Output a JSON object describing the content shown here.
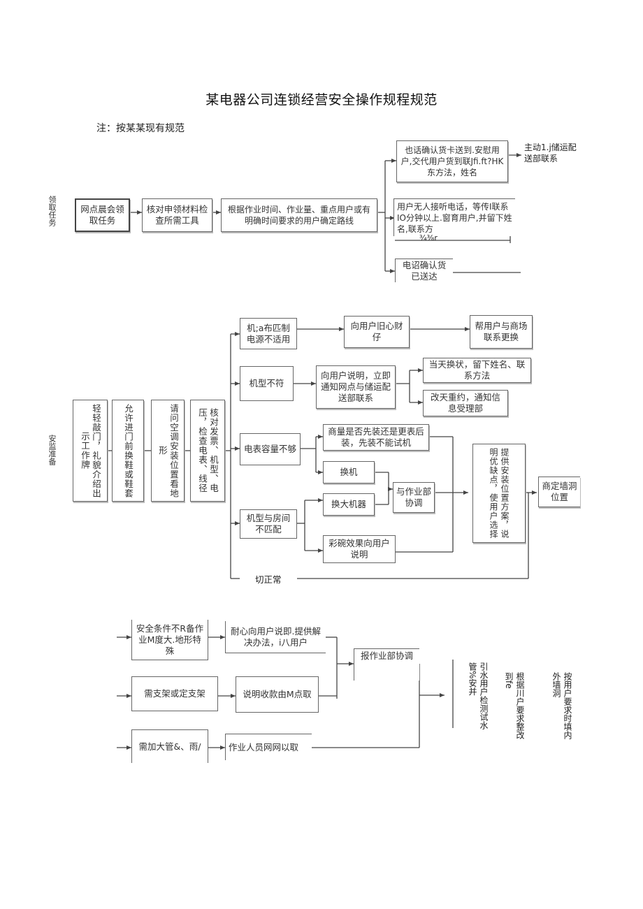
{
  "title": "某电器公司连锁经营安全操作规程规范",
  "note": "注：按某某现有规范",
  "section1": {
    "label": "领取任务",
    "step1": "网点晨会领取任务",
    "step2": "核对申领材料检查所需工具",
    "step3": "根据作业时间、作业量、重点用户或有明确时间要求的用户确定路线",
    "branch1": "也话确认货卡送到.安慰用户,交代用户货到联Jfi.ft?HK东方法，姓名",
    "branch1_out": "主动1.j储运配送部联系",
    "branch2": "用户无人接听电话，等传I联系IO分钟以上.窗育用户,并留下姓名,联系方",
    "branch2_tail": "¾⅜r",
    "branch3": "电诏确认货已送达"
  },
  "section2": {
    "label": "安监准备",
    "v1": "轻轻敲门，礼貌介绍出示工作牌",
    "v2": "允许进门前换鞋或鞋套",
    "v3": "请问空调安装位置看地形",
    "v4": "核对发票、机型、电压，检查电表、线径",
    "c1": "机;a布匹制电源不适用",
    "c1a": "向用户旧心财仔",
    "c1b": "帮用户与商场联系更换",
    "c2": "机型不符",
    "c2a": "向用户说明，立即通知网点与储运配送部联系",
    "c2b": "当天换状，留下姓名、联系方法",
    "c2c": "改天重约，通知信息受理部",
    "c3": "电表容量不够",
    "c3a": "商量是否先装还是更表后装，先装不能试机",
    "c3b": "换机",
    "c4": "机型与房间不匹配",
    "c4a": "换大机器",
    "c4b": "彩碗效果向用户说明",
    "coord": "与作业部协调",
    "plan": "提供安装位置方案，说明优缺点，使用户选择",
    "confirm": "商定墙洞位置",
    "normal": "切正常"
  },
  "section3": {
    "r1": "安全条件不R备作业M度大.地形特殊",
    "r1a": "耐心向用户说即.提供解决办法，i八用户",
    "r2": "需支架或定支架",
    "r2a": "说明收款由M点取",
    "r3": "需加大管&、雨/",
    "r3a": "作业人员网网以取",
    "report": "报作业部协调",
    "col1": "引水用户检测试水管%安并",
    "col2": "根据川户要求整改到fe",
    "col3": "按用户要求时填内外墙洞"
  }
}
